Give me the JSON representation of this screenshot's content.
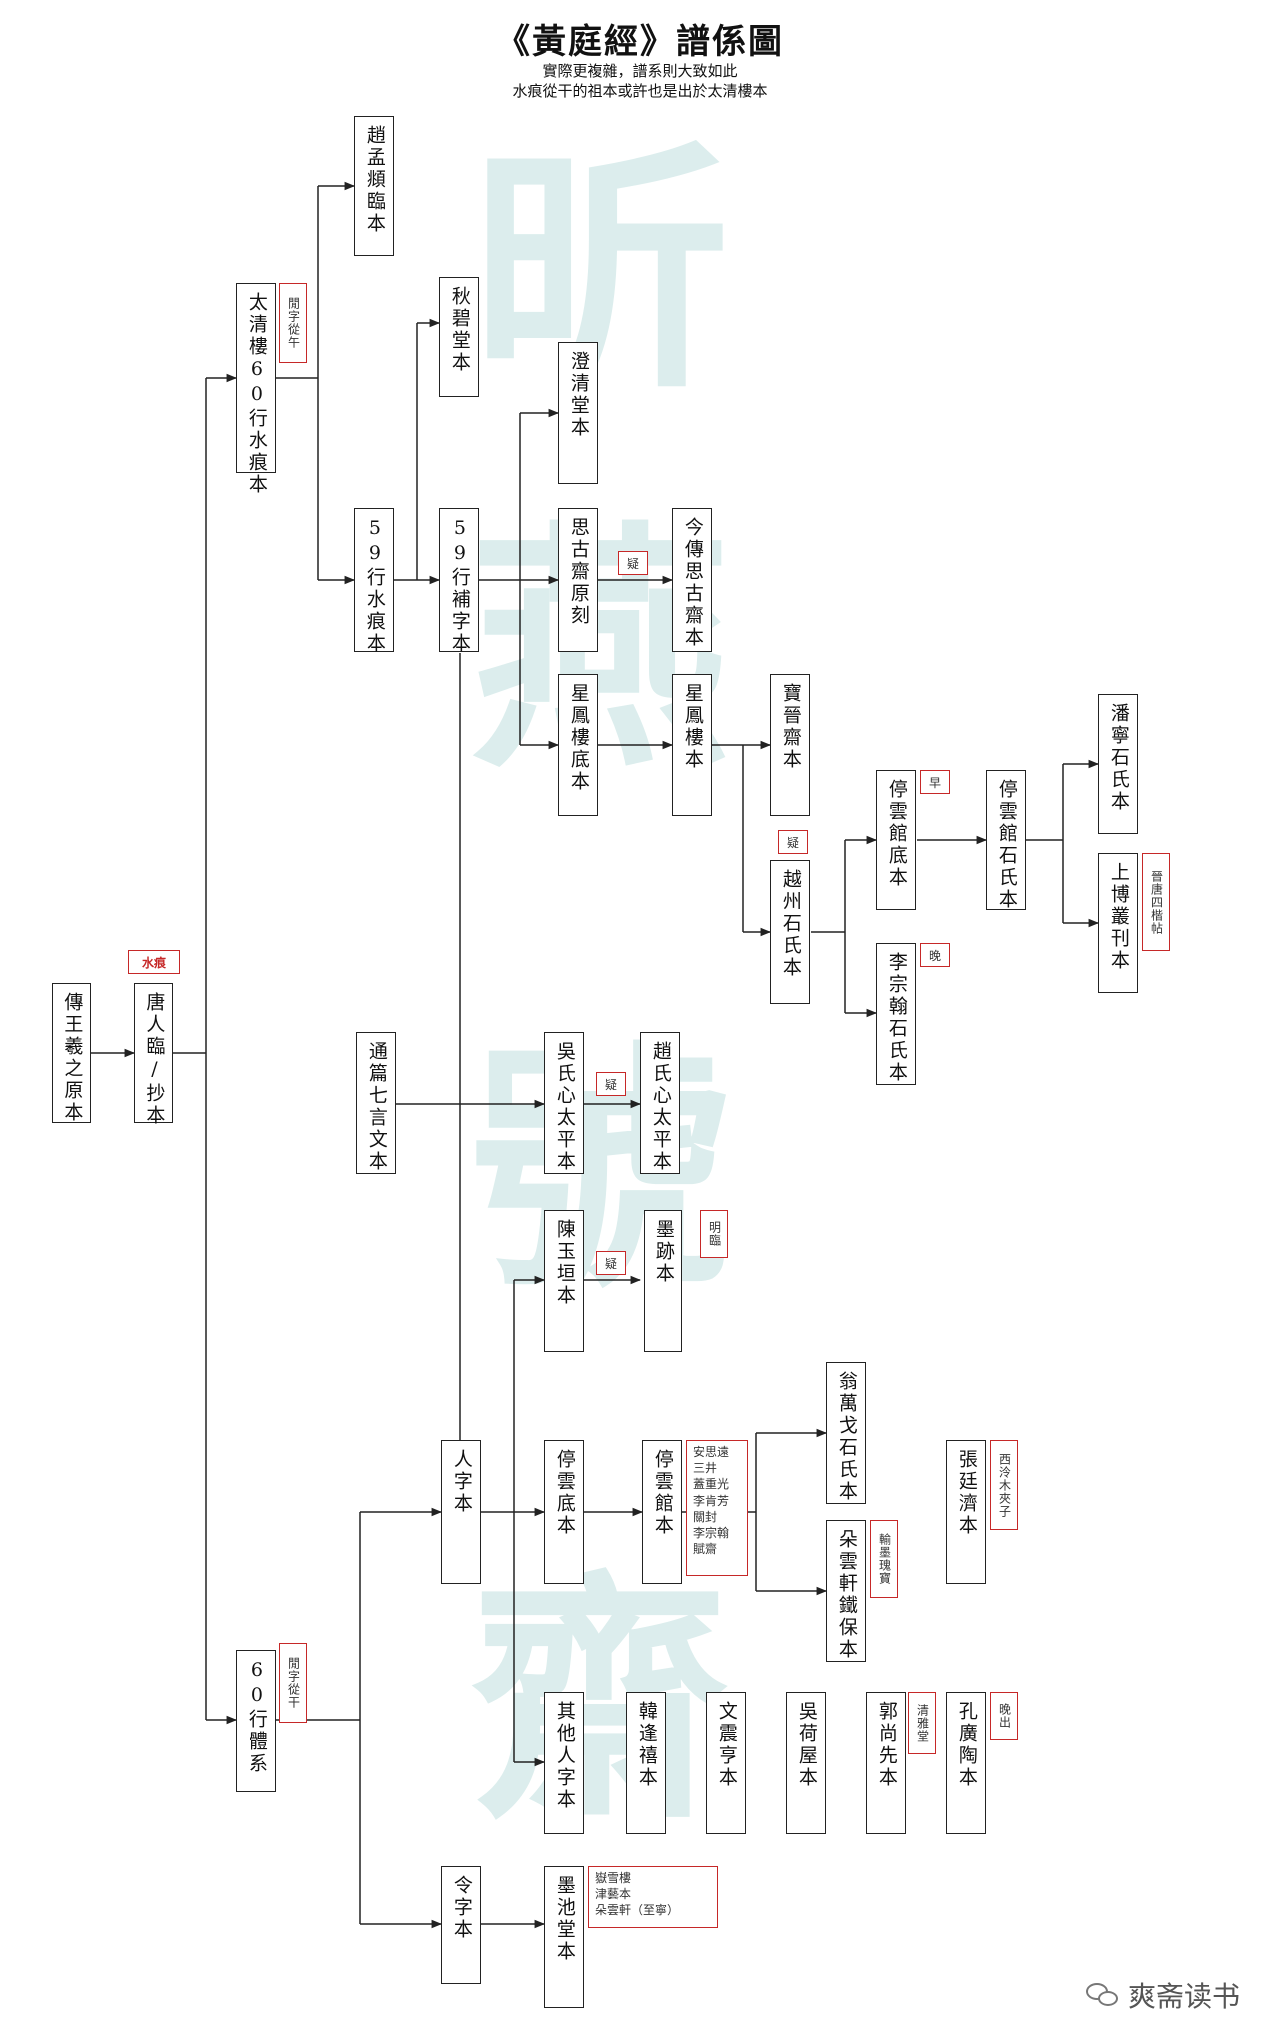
{
  "title": "《黃庭經》譜係圖",
  "subtitle_1": "實際更複雜，譜系則大致如此",
  "subtitle_2": "水痕從干的祖本或許也是出於太清樓本",
  "watermark": "昕 燕 號 齋",
  "footer": "爽斋读书",
  "nodes": {
    "n01": "傳王羲之原本",
    "n02": "唐人臨/抄本",
    "n03": "太清樓60行水痕本",
    "n04": "趙孟頫臨本",
    "n05": "59行水痕本",
    "n06": "秋碧堂本",
    "n07": "59行補字本",
    "n08": "澄清堂本",
    "n09": "思古齋原刻",
    "n10": "今傳思古齋本",
    "n11": "星鳳樓底本",
    "n12": "星鳳樓本",
    "n13": "寶晉齋本",
    "n14": "越州石氏本",
    "n15": "停雲館底本",
    "n16": "停雲館石氏本",
    "n17": "潘寧石氏本",
    "n18": "上博叢刊本",
    "n19": "李宗翰石氏本",
    "n20": "通篇七言文本",
    "n21": "吳氏心太平本",
    "n22": "趙氏心太平本",
    "n23": "陳玉垣本",
    "n24": "墨跡本",
    "n25": "人字本",
    "n26": "停雲底本",
    "n27": "停雲館本",
    "n28": "翁萬戈石氏本",
    "n29": "朵雲軒鐵保本",
    "n30": "張廷濟本",
    "n31": "60行體系",
    "n32": "其他人字本",
    "n33": "韓逢禧本",
    "n34": "文震亨本",
    "n35": "吳荷屋本",
    "n36": "郭尚先本",
    "n37": "孔廣陶本",
    "n38": "令字本",
    "n39": "墨池堂本"
  },
  "notes": {
    "t01": "水痕",
    "t02": "閒字從午",
    "t03": "疑",
    "t04": "早",
    "t05": "疑",
    "t06": "晚",
    "t07": "晉唐四楷帖",
    "t08": "疑",
    "t09": "疑",
    "t10": "明臨",
    "t11": "西泠木夾子",
    "t12": "輸墨瑰寶",
    "t13": "清雅堂",
    "t14": "晚出",
    "t15": "閒字從干",
    "list1": [
      "安思遠",
      "三井",
      "蓋重光",
      "李肯芳",
      "關封",
      "李宗翰",
      "賦齋"
    ],
    "list2": [
      "嶽雪樓",
      "津藝本",
      "朵雲軒（至寧）"
    ]
  }
}
